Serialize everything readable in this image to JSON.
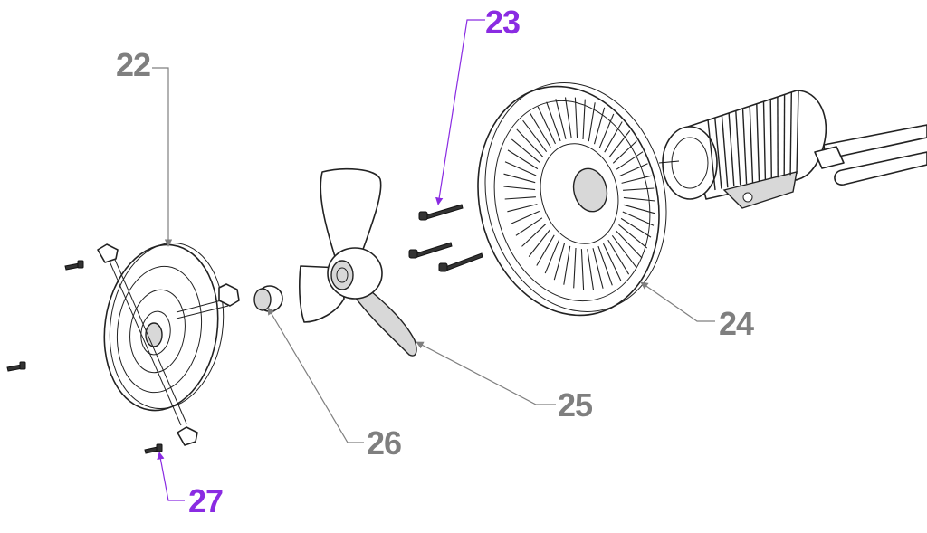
{
  "diagram": {
    "callouts": [
      {
        "id": "22",
        "label": "22",
        "color": "#7f7f7f"
      },
      {
        "id": "23",
        "label": "23",
        "color": "#8a2be2"
      },
      {
        "id": "24",
        "label": "24",
        "color": "#7f7f7f"
      },
      {
        "id": "25",
        "label": "25",
        "color": "#7f7f7f"
      },
      {
        "id": "26",
        "label": "26",
        "color": "#7f7f7f"
      },
      {
        "id": "27",
        "label": "27",
        "color": "#8a2be2"
      }
    ],
    "colors": {
      "gray_callout": "#7f7f7f",
      "purple_callout": "#8a2be2",
      "line": "#222222"
    }
  }
}
